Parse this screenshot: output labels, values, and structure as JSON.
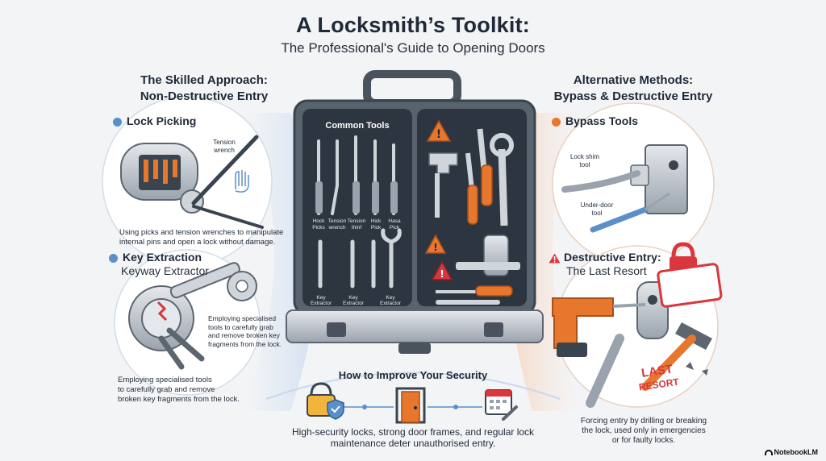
{
  "header": {
    "title": "A Locksmith’s Toolkit:",
    "subtitle": "The Professional's Guide to Opening Doors"
  },
  "left": {
    "heading_line1": "The Skilled Approach:",
    "heading_line2": "Non-Destructive Entry",
    "lock_picking": {
      "title": "Lock Picking",
      "callout_line1": "Tension",
      "callout_line2": "wrench",
      "caption_line1": "Using picks and tension wrenches to manipulate",
      "caption_line2": "internal pins and open a lock without damage."
    },
    "key_extraction": {
      "title": "Key Extraction",
      "subtitle": "Keyway Extractor",
      "callout_line1": "Employing specialised",
      "callout_line2": "tools to carefully grab",
      "callout_line3": "and remove broken key",
      "callout_line4": "fragments from the lock.",
      "caption_line1": "Employing specialised tools",
      "caption_line2": "to carefully grab and remove",
      "caption_line3": "broken key fragments from the lock."
    }
  },
  "center": {
    "case_label": "Common Tools",
    "tool_labels_top": [
      {
        "l1": "Hock",
        "l2": "Picks"
      },
      {
        "l1": "Tension",
        "l2": "wrench"
      },
      {
        "l1": "Tension",
        "l2": "Ihinf"
      },
      {
        "l1": "Hick",
        "l2": "Pick"
      },
      {
        "l1": "Hasa",
        "l2": "Pick"
      }
    ],
    "tool_labels_bottom": [
      {
        "l1": "Key",
        "l2": "Extractor"
      },
      {
        "l1": "Key",
        "l2": "Extractor"
      },
      {
        "l1": "Key",
        "l2": "Extractor"
      }
    ]
  },
  "security": {
    "title": "How to Improve Your Security",
    "caption_line1": "High-security locks, strong door frames, and regular lock",
    "caption_line2": "maintenance deter unauthorised entry."
  },
  "right": {
    "heading_line1": "Alternative Methods:",
    "heading_line2": "Bypass & Destructive Entry",
    "bypass": {
      "title": "Bypass Tools",
      "shim_line1": "Lock shim",
      "shim_line2": "tool",
      "under_line1": "Under-door",
      "under_line2": "tool"
    },
    "destructive": {
      "title": "Destructive Entry:",
      "subtitle": "The Last Resort",
      "stamp_line1": "LAST",
      "stamp_line2": "RESORT",
      "caption_line1": "Forcing entry by drilling or breaking",
      "caption_line2": "the lock, used only in emergencies",
      "caption_line3": "or for faulty locks."
    }
  },
  "brand": "NotebookLM",
  "colors": {
    "accent_blue": "#5b8fc9",
    "accent_orange": "#e8772e",
    "warning": "#e8772e",
    "danger": "#d9363e",
    "steel": "#9aa3ad",
    "case_dark": "#2d3640"
  },
  "icons": [
    "padlock-shield-icon",
    "door-frame-icon",
    "calendar-wrench-icon",
    "warning-triangle-icon",
    "padlock-icon"
  ]
}
